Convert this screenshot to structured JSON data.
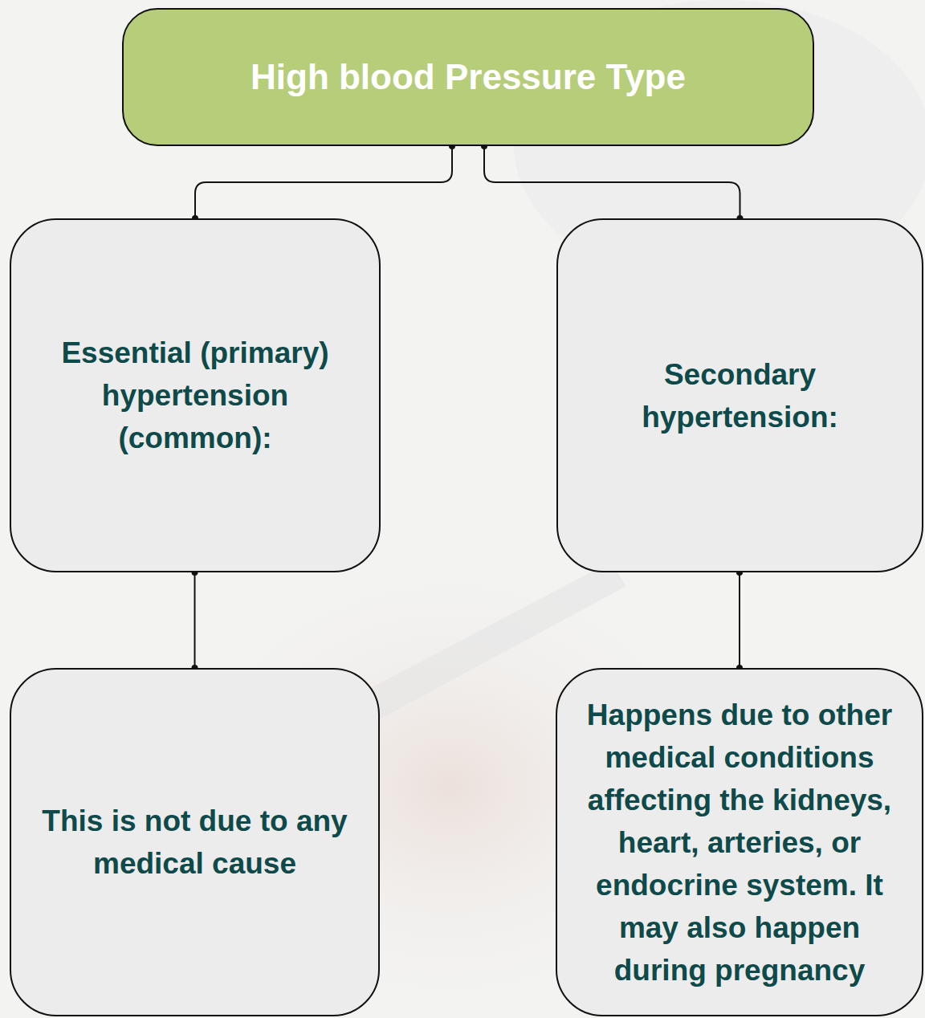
{
  "diagram": {
    "nodes": [
      {
        "text": [
          "High blood Pressure Type"
        ]
      },
      {
        "text": [
          "Essential (primary) hypertension (common):"
        ]
      },
      {
        "text": [
          "Secondary hypertension:"
        ]
      },
      {
        "text": [
          "This is not due to any medical cause"
        ]
      },
      {
        "text": [
          "Happens due to other medical conditions affecting the kidneys, heart, arteries, or endocrine system. It may also happen during pregnancy"
        ]
      }
    ],
    "edges": [
      {
        "from": 0,
        "to": 1,
        "arrow": "none"
      },
      {
        "from": 0,
        "to": 2,
        "arrow": "none"
      },
      {
        "from": 1,
        "to": 3,
        "arrow": "none"
      },
      {
        "from": 2,
        "to": 4,
        "arrow": "none"
      }
    ]
  }
}
